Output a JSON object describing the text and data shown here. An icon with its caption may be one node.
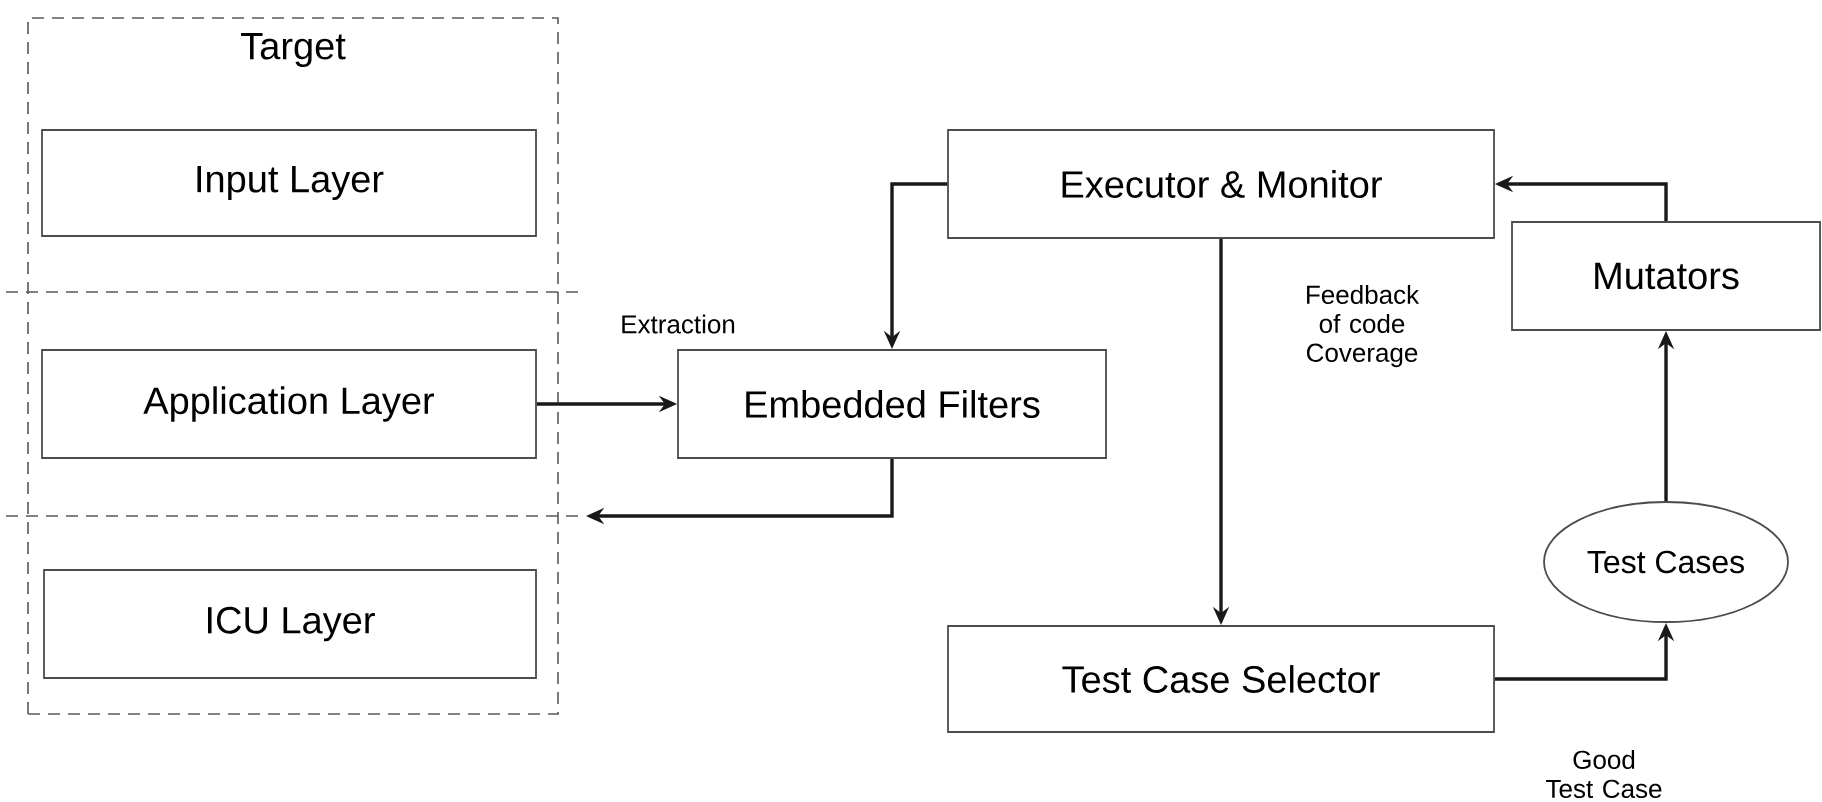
{
  "diagram": {
    "nodes": [
      {
        "text": [
          "Target"
        ]
      },
      {
        "text": [
          "Input Layer"
        ],
        "in": 0
      },
      {
        "text": [
          "Application Layer"
        ],
        "in": 0
      },
      {
        "text": [
          "ICU Layer"
        ],
        "in": 0
      },
      {
        "text": [
          "Embedded Filters"
        ]
      },
      {
        "text": [
          "Executor & Monitor"
        ]
      },
      {
        "text": [
          "Mutators"
        ]
      },
      {
        "text": [
          "Test Cases"
        ]
      },
      {
        "text": [
          "Test Case Selector"
        ]
      }
    ],
    "edges": [
      {
        "from": 2,
        "to": 4,
        "arrow": "to",
        "label": "Extraction"
      },
      {
        "from": 4,
        "to": null,
        "arrow": "to"
      },
      {
        "from": 5,
        "to": 4,
        "arrow": "to"
      },
      {
        "from": 5,
        "to": 8,
        "arrow": "to",
        "label": "Feedback of code Coverage"
      },
      {
        "from": 8,
        "to": 7,
        "arrow": "to",
        "label": "Good Test Case"
      },
      {
        "from": 7,
        "to": 6,
        "arrow": "to"
      },
      {
        "from": 6,
        "to": 5,
        "arrow": "to"
      }
    ]
  }
}
